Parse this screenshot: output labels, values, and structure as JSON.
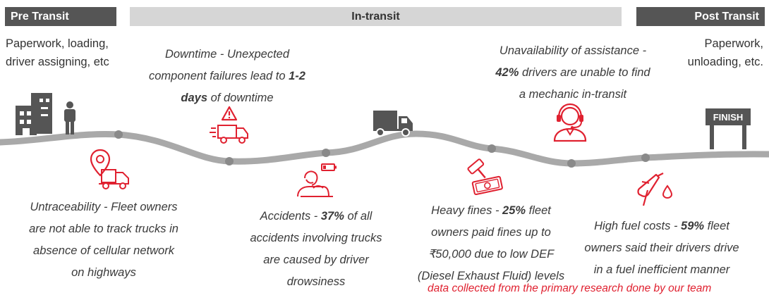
{
  "headers": {
    "pre_transit": "Pre Transit",
    "in_transit": "In-transit",
    "post_transit": "Post Transit"
  },
  "pre_transit_desc": [
    "Paperwork, loading,",
    "driver assigning, etc"
  ],
  "post_transit_desc": [
    "Paperwork,",
    "unloading, etc."
  ],
  "issues": {
    "downtime": {
      "lines": [
        {
          "pre": "Downtime - Unexpected",
          "bold": "",
          "post": ""
        },
        {
          "pre": "component failures lead to ",
          "bold": "1-2",
          "post": ""
        },
        {
          "pre": "",
          "bold": "days",
          "post": " of downtime"
        }
      ]
    },
    "assistance": {
      "lines": [
        {
          "pre": "Unavailability of assistance -",
          "bold": "",
          "post": ""
        },
        {
          "pre": "",
          "bold": "42%",
          "post": " drivers are unable to find"
        },
        {
          "pre": "a mechanic in-transit",
          "bold": "",
          "post": ""
        }
      ]
    },
    "untraceability": {
      "lines": [
        {
          "pre": "Untraceability - Fleet owners",
          "bold": "",
          "post": ""
        },
        {
          "pre": "are not able to track trucks in",
          "bold": "",
          "post": ""
        },
        {
          "pre": "absence of cellular network",
          "bold": "",
          "post": ""
        },
        {
          "pre": "on highways",
          "bold": "",
          "post": ""
        }
      ]
    },
    "accidents": {
      "lines": [
        {
          "pre": "Accidents - ",
          "bold": "37%",
          "post": " of all"
        },
        {
          "pre": "accidents involving trucks",
          "bold": "",
          "post": ""
        },
        {
          "pre": "are caused by driver",
          "bold": "",
          "post": ""
        },
        {
          "pre": "drowsiness",
          "bold": "",
          "post": ""
        }
      ]
    },
    "fines": {
      "lines": [
        {
          "pre": "Heavy fines - ",
          "bold": "25%",
          "post": " fleet"
        },
        {
          "pre": "owners paid fines up to",
          "bold": "",
          "post": ""
        },
        {
          "pre": "₹50,000 due to low DEF",
          "bold": "",
          "post": ""
        },
        {
          "pre": "(Diesel Exhaust Fluid) levels",
          "bold": "",
          "post": ""
        }
      ]
    },
    "fuel": {
      "lines": [
        {
          "pre": "High fuel costs - ",
          "bold": "59%",
          "post": " fleet"
        },
        {
          "pre": "owners said their drivers drive",
          "bold": "",
          "post": ""
        },
        {
          "pre": "in a fuel inefficient manner",
          "bold": "",
          "post": ""
        }
      ]
    }
  },
  "finish_sign": "FINISH",
  "footnote": "data collected from the primary research done by our team",
  "colors": {
    "accent_red": "#e02130",
    "dark": "#555555",
    "road": "#a9a9a9",
    "dot": "#8a8a8a",
    "header_light": "#d6d6d6"
  },
  "icons": [
    "buildings-icon",
    "person-icon",
    "truck-warning-icon",
    "location-truck-icon",
    "truck-icon",
    "drowsy-driver-icon",
    "support-agent-icon",
    "gavel-fine-icon",
    "fuel-pump-icon",
    "finish-sign-icon"
  ]
}
